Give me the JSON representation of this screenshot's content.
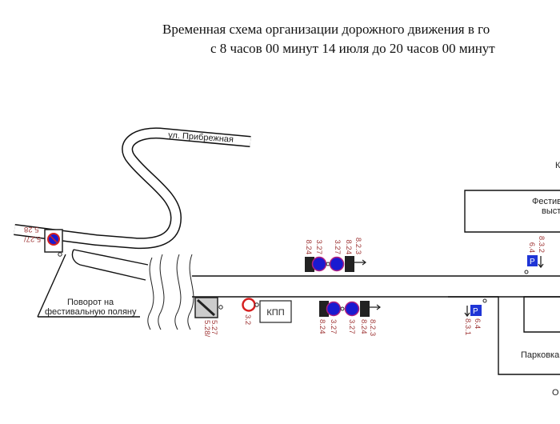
{
  "title": {
    "line1": "Временная схема организации дорожного движения в го",
    "line2": "с 8 часов 00 минут 14 июля до 20 часов 00 минут"
  },
  "streets": {
    "pribrezhnaya": "ул. Прибрежная"
  },
  "labels": {
    "turn_line1": "Поворот на",
    "turn_line2": "фестивальную поляну",
    "checkpoint": "КПП",
    "festival_line1": "Фестив",
    "festival_line2": "выст",
    "parking": "Парковка",
    "top_right_cut": "К",
    "bottom_right_cut": "О"
  },
  "signs": {
    "left": {
      "code1": "5.27/",
      "code2": "5.28"
    },
    "zone_end": {
      "code1": "5.28/",
      "code2": "5.27"
    },
    "no_entry": {
      "code": "3.2"
    },
    "upper_group": [
      "8.24",
      "3.27",
      "3.27",
      "8.24",
      "8.2.3"
    ],
    "lower_group": [
      "8.24",
      "3.27",
      "3.27",
      "8.24",
      "8.2.3"
    ],
    "parking_upper": {
      "code1": "6.4",
      "code2": "8.3.2"
    },
    "parking_lower": {
      "code1": "6.4",
      "code2": "8.3.1"
    }
  },
  "colors": {
    "sign_red": "#d62020",
    "sign_blue": "#1a1ad0",
    "parking_blue": "#1f35d6"
  }
}
